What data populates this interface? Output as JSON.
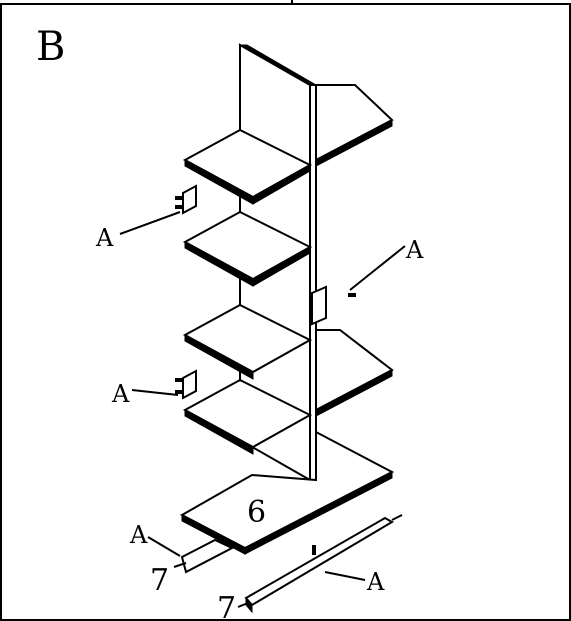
{
  "figure": {
    "section_label": "B",
    "part_labels": {
      "a1": "A",
      "a2": "A",
      "a3": "A",
      "a4": "A",
      "a5": "A"
    },
    "number_labels": {
      "board_6": "6",
      "screw_7a": "7",
      "screw_7b": "7"
    }
  }
}
